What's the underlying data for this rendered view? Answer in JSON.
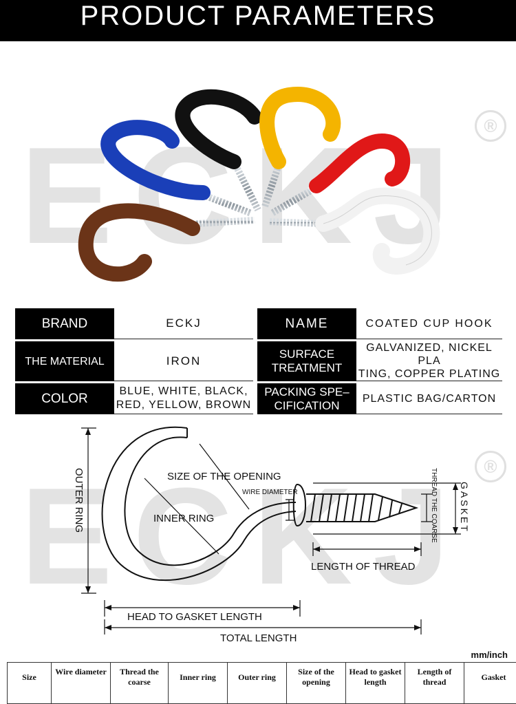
{
  "banner": {
    "title": "PRODUCT PARAMETERS"
  },
  "watermark": {
    "text": "ECKJ",
    "reg": "®"
  },
  "params": {
    "rows": [
      {
        "k1": "BRAND",
        "v1": "ECKJ",
        "k2": "NAME",
        "v2": "COATED CUP HOOK"
      },
      {
        "k1": "THE MATERIAL",
        "v1": "IRON",
        "k2a": "SURFACE",
        "k2b": "TREATMENT",
        "v2a": "GALVANIZED, NICKEL PLA",
        "v2b": "TING, COPPER PLATING"
      },
      {
        "k1": "COLOR",
        "v1a": "BLUE, WHITE, BLACK,",
        "v1b": "RED, YELLOW, BROWN",
        "k2a": "PACKING SPE–",
        "k2b": "CIFICATION",
        "v2": "PLASTIC BAG/CARTON"
      }
    ]
  },
  "diagram": {
    "outer_ring": "OUTER RING",
    "size_opening": "SIZE OF THE OPENING",
    "inner_ring": "INNER RING",
    "wire_diameter": "WIRE DIAMETER",
    "thread_coarse": "THREAD THE COARSE",
    "gasket": "GASKET",
    "length_thread": "LENGTH OF THREAD",
    "head_gasket": "HEAD TO GASKET LENGTH",
    "total_length": "TOTAL LENGTH"
  },
  "unit": "mm/inch",
  "dims_table": {
    "headers": [
      "Size",
      "Wire diameter",
      "Thread the coarse",
      "Inner ring",
      "Outer ring",
      "Size of the opening",
      "Head to gasket length",
      "Length of thread",
      "Gasket"
    ]
  },
  "hook_colors": {
    "brown": "#6b3418",
    "blue": "#1a3fb8",
    "black": "#111111",
    "yellow": "#f4b400",
    "red": "#e01818",
    "white": "#f4f4f4",
    "zinc": "#9aa4ad"
  }
}
